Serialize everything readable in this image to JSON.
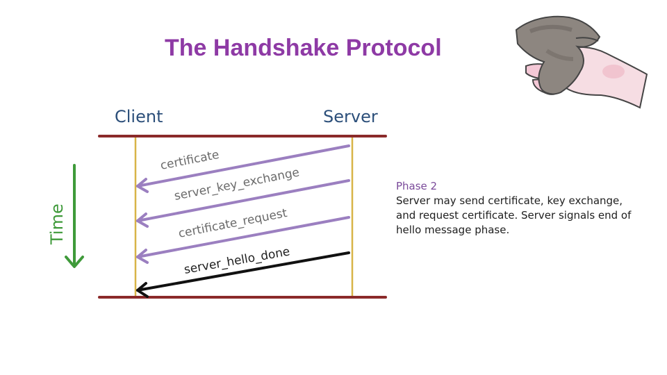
{
  "title": "The Handshake Protocol",
  "client_label": "Client",
  "server_label": "Server",
  "time_label": "Time",
  "messages": [
    {
      "label": "certificate",
      "color": "#9b7fc0"
    },
    {
      "label": "server_key_exchange",
      "color": "#9b7fc0"
    },
    {
      "label": "certificate_request",
      "color": "#9b7fc0"
    },
    {
      "label": "server_hello_done",
      "color": "#111111"
    }
  ],
  "phase": {
    "heading": "Phase 2",
    "text": "Server may send certificate, key exchange, and request certificate. Server signals end of hello message phase."
  },
  "colors": {
    "title": "#8e3aa5",
    "timeline": "#8b2a2a",
    "lifeline": "#d8b447",
    "time_arrow": "#3f9a3a",
    "client_server": "#2c4f7a"
  }
}
